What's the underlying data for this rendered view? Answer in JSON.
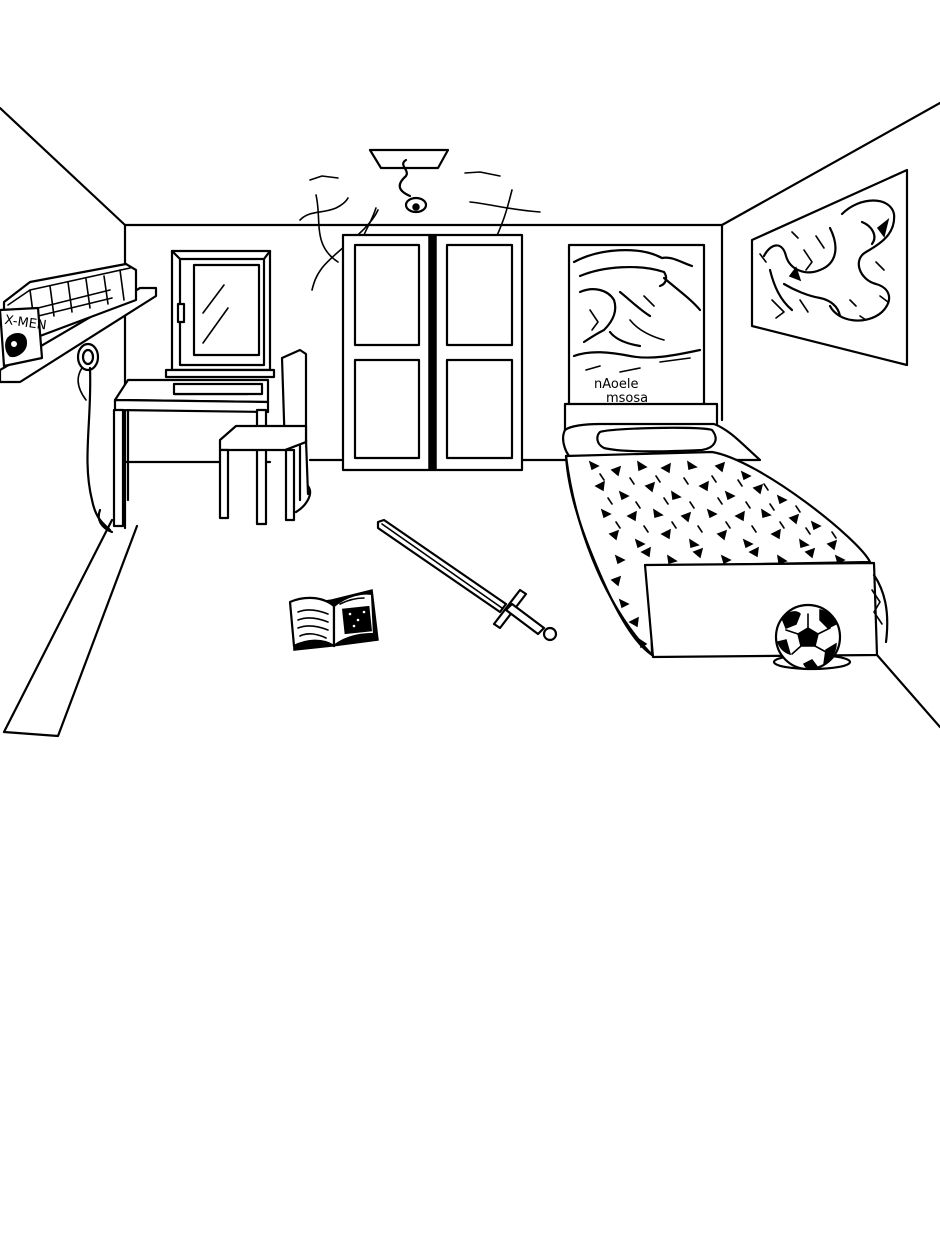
{
  "comic_label": "X-MEN",
  "poster_caption_1": "nAoele",
  "poster_caption_2": "msosa"
}
